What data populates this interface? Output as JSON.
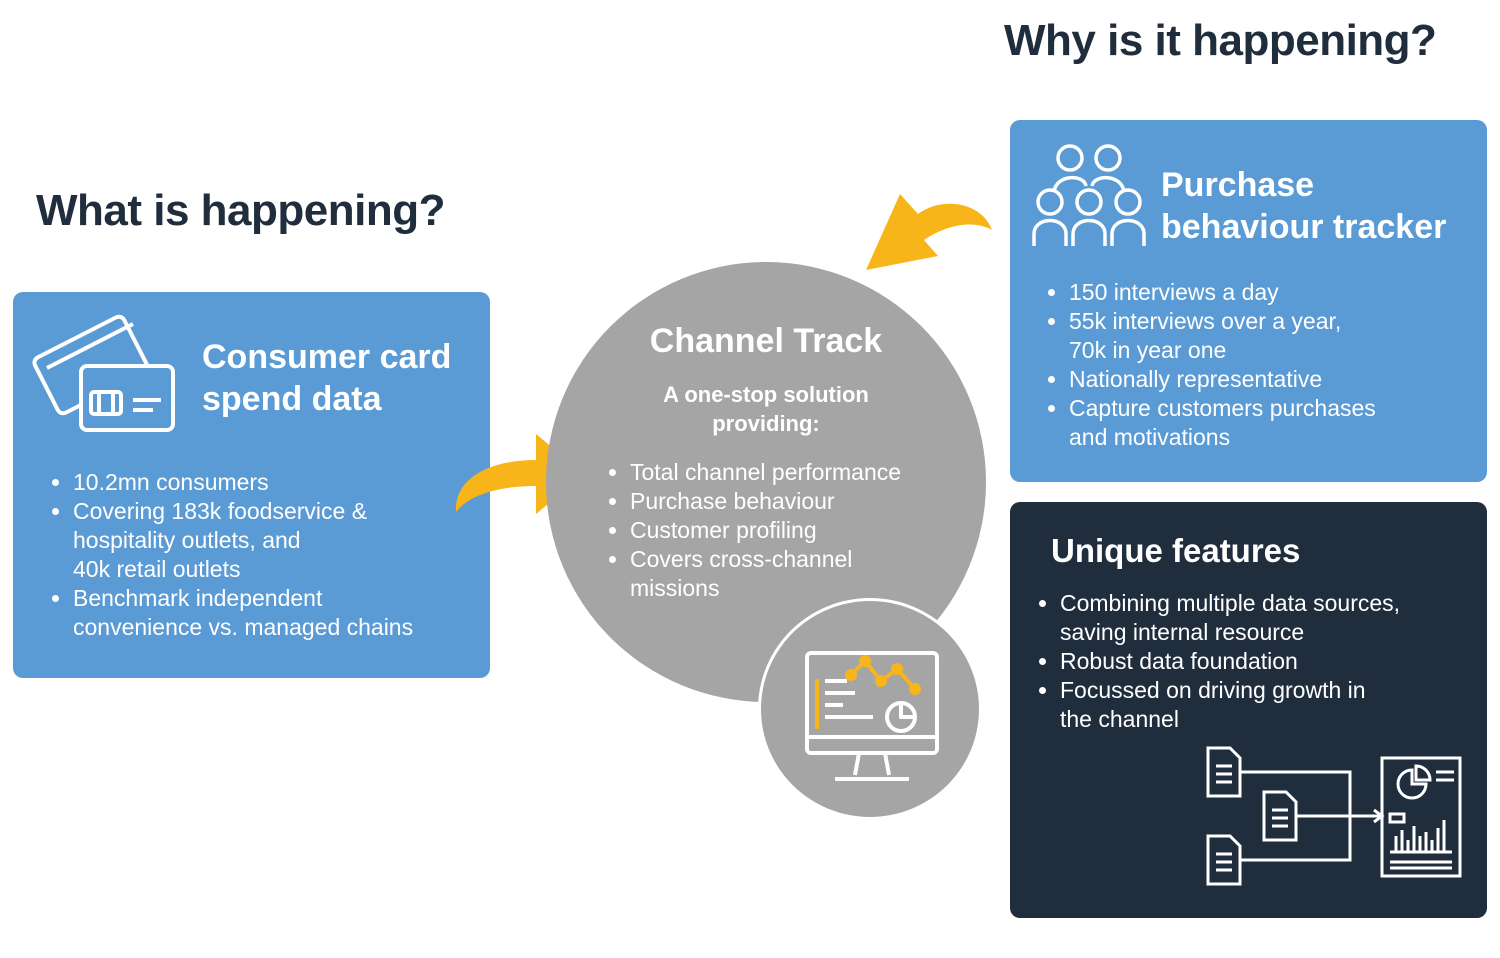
{
  "headings": {
    "what": "What is happening?",
    "why": "Why is it happening?"
  },
  "consumer_card": {
    "title_line1": "Consumer card",
    "title_line2": "spend data",
    "icon": "credit-cards-icon",
    "bullets": [
      {
        "lines": [
          "10.2mn consumers"
        ]
      },
      {
        "lines": [
          "Covering 183k foodservice &",
          "hospitality outlets, and",
          "40k retail outlets"
        ]
      },
      {
        "lines": [
          "Benchmark independent",
          "convenience vs. managed chains"
        ]
      }
    ]
  },
  "channel_track": {
    "title": "Channel Track",
    "subtitle_line1": "A one-stop solution",
    "subtitle_line2": "providing:",
    "bullets": [
      {
        "lines": [
          "Total channel performance"
        ]
      },
      {
        "lines": [
          "Purchase behaviour"
        ]
      },
      {
        "lines": [
          "Customer profiling"
        ]
      },
      {
        "lines": [
          "Covers cross-channel",
          "missions"
        ]
      }
    ],
    "icon": "monitor-dashboard-icon"
  },
  "purchase_tracker": {
    "title_line1": "Purchase",
    "title_line2": "behaviour tracker",
    "icon": "people-group-icon",
    "bullets": [
      {
        "lines": [
          "150 interviews a day"
        ]
      },
      {
        "lines": [
          "55k interviews over a year,",
          "70k in year one"
        ]
      },
      {
        "lines": [
          "Nationally representative"
        ]
      },
      {
        "lines": [
          "Capture customers purchases",
          "and motivations"
        ]
      }
    ]
  },
  "unique_features": {
    "title": "Unique features",
    "icon": "documents-to-report-icon",
    "bullets": [
      {
        "lines": [
          "Combining multiple data sources,",
          "saving internal resource"
        ]
      },
      {
        "lines": [
          "Robust data foundation"
        ]
      },
      {
        "lines": [
          "Focussed on driving growth in",
          "the channel"
        ]
      }
    ]
  },
  "colors": {
    "card_blue": "#5b9bd5",
    "card_navy": "#1f2d3d",
    "circle_grey": "#a5a5a5",
    "arrow_yellow": "#f7b51a",
    "heading_text": "#1f2d3d"
  }
}
